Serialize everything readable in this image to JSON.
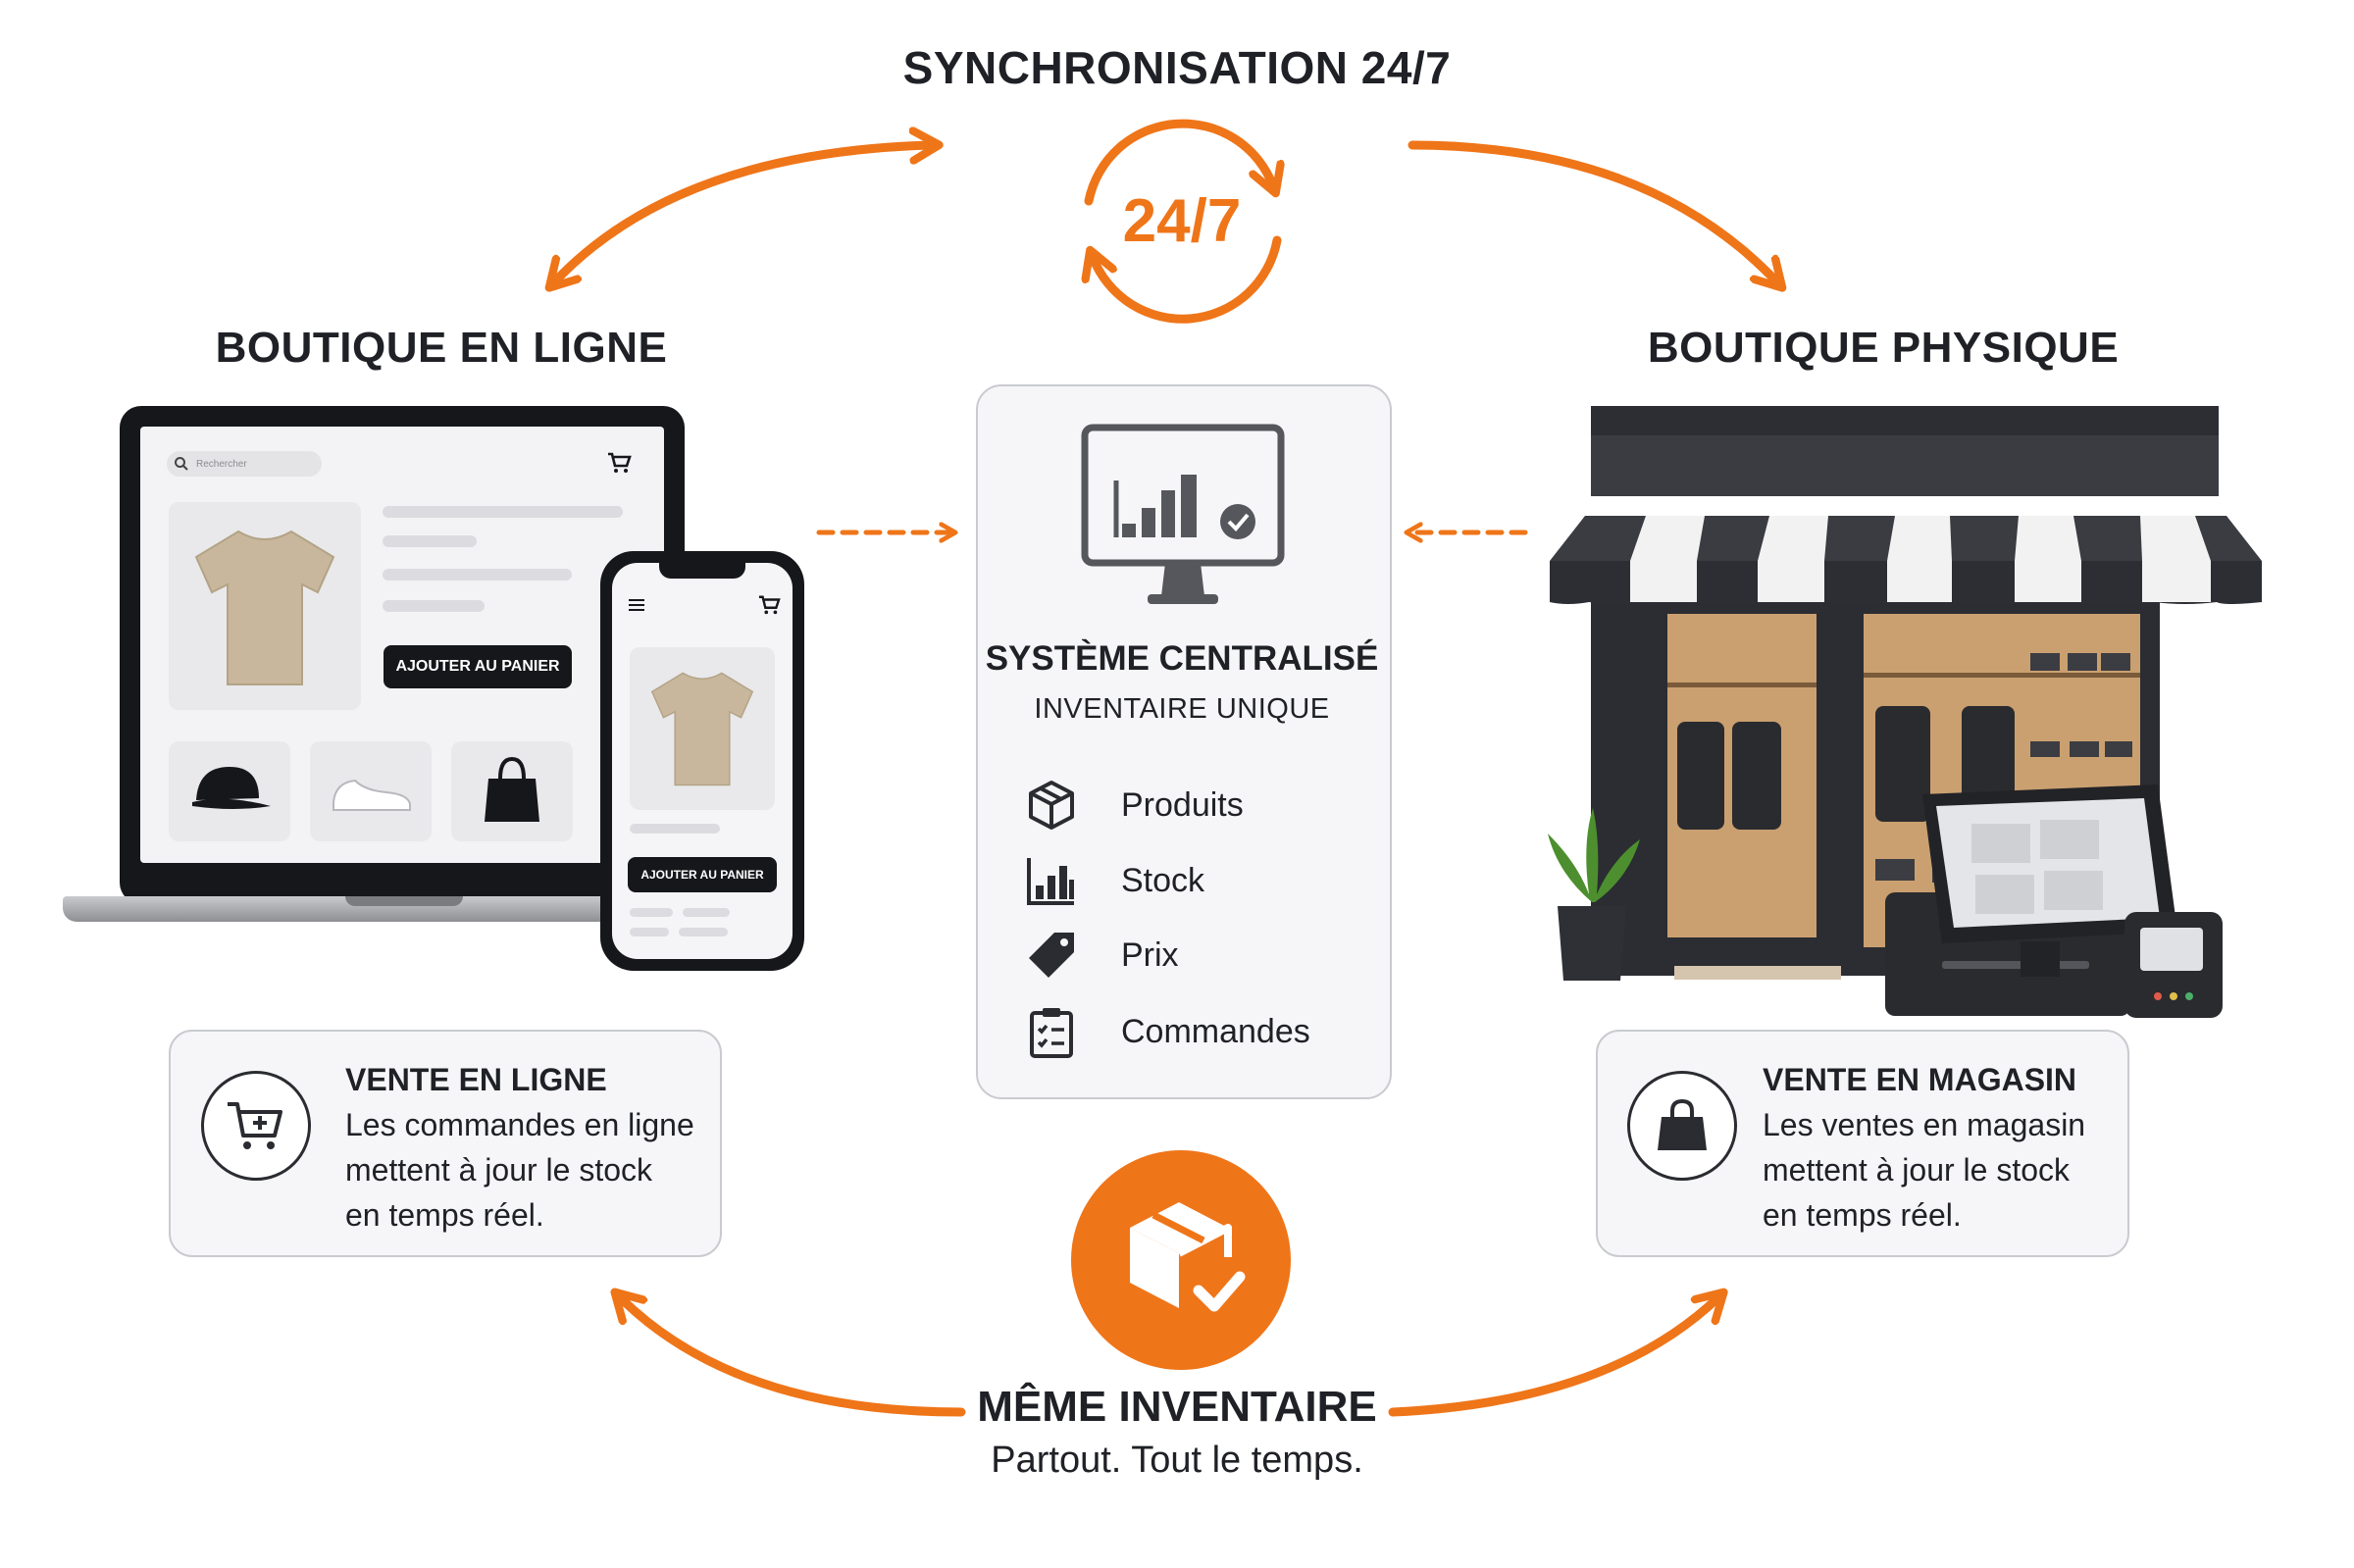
{
  "header": {
    "title": "SYNCHRONISATION 24/7",
    "badge": "24/7"
  },
  "online": {
    "title": "BOUTIQUE EN LIGNE",
    "laptop": {
      "search_text": "Rechercher",
      "button": "AJOUTER AU PANIER"
    },
    "phone": {
      "button": "AJOUTER AU PANIER"
    },
    "card": {
      "title": "VENTE EN LIGNE",
      "lines": [
        "Les commandes en ligne",
        "mettent à jour le stock",
        "en temps réel."
      ]
    }
  },
  "central": {
    "title": "SYSTÈME CENTRALISÉ",
    "subtitle": "INVENTAIRE UNIQUE",
    "features": [
      "Produits",
      "Stock",
      "Prix",
      "Commandes"
    ]
  },
  "store": {
    "title": "BOUTIQUE PHYSIQUE",
    "card": {
      "title": "VENTE EN MAGASIN",
      "lines": [
        "Les ventes en magasin",
        "mettent à jour le stock",
        "en temps réel."
      ]
    }
  },
  "footer": {
    "title": "MÊME INVENTAIRE",
    "subtitle": "Partout. Tout le temps."
  },
  "colors": {
    "accent": "#ef7519",
    "dark": "#1f2126",
    "card_bg": "#f6f6f8"
  },
  "icons": [
    "sync-cycle-icon",
    "monitor-chart-icon",
    "box-icon",
    "bar-chart-icon",
    "price-tag-icon",
    "clipboard-icon",
    "cart-plus-icon",
    "shopping-bag-icon",
    "package-check-icon"
  ]
}
